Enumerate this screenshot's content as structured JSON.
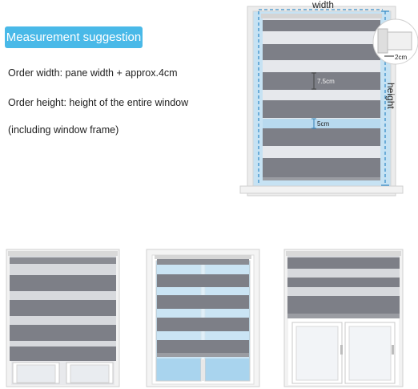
{
  "suggestion": {
    "title": "Measurement suggestion",
    "line1": "Order width: pane width + approx.4cm",
    "line2": "Order height: height of the entire window",
    "line3": "(including window frame)"
  },
  "diagram": {
    "width_label": "width",
    "height_label": "height",
    "gap_label": "7.5cm",
    "stripe_label": "5cm",
    "overlap_label": "2cm"
  },
  "colors": {
    "accent": "#49b9e8",
    "blind_gray": "#7d7f87",
    "sheer": "#e6e8ec",
    "glass": "#a9d4ee",
    "frame": "#f4f4f4"
  }
}
